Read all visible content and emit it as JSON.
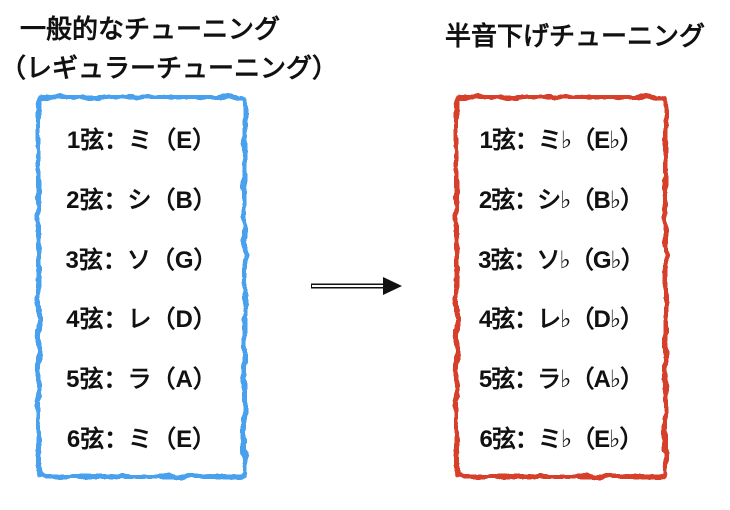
{
  "left": {
    "title_line1": "一般的なチューニング",
    "title_line2": "（レギュラーチューニング）",
    "border_color": "#4aa0ec",
    "rows": [
      "1弦：ミ（E）",
      "2弦：シ（B）",
      "3弦：ソ（G）",
      "4弦：レ（D）",
      "5弦：ラ（A）",
      "6弦：ミ（E）"
    ]
  },
  "right": {
    "title": "半音下げチューニング",
    "border_color": "#d6402c",
    "rows": [
      "1弦：ミ♭（E♭）",
      "2弦：シ♭（B♭）",
      "3弦：ソ♭（G♭）",
      "4弦：レ♭（D♭）",
      "5弦：ラ♭（A♭）",
      "6弦：ミ♭（E♭）"
    ]
  },
  "arrow": {
    "direction": "right",
    "color": "#111111"
  },
  "text_color": "#111111",
  "background_color": "#ffffff"
}
